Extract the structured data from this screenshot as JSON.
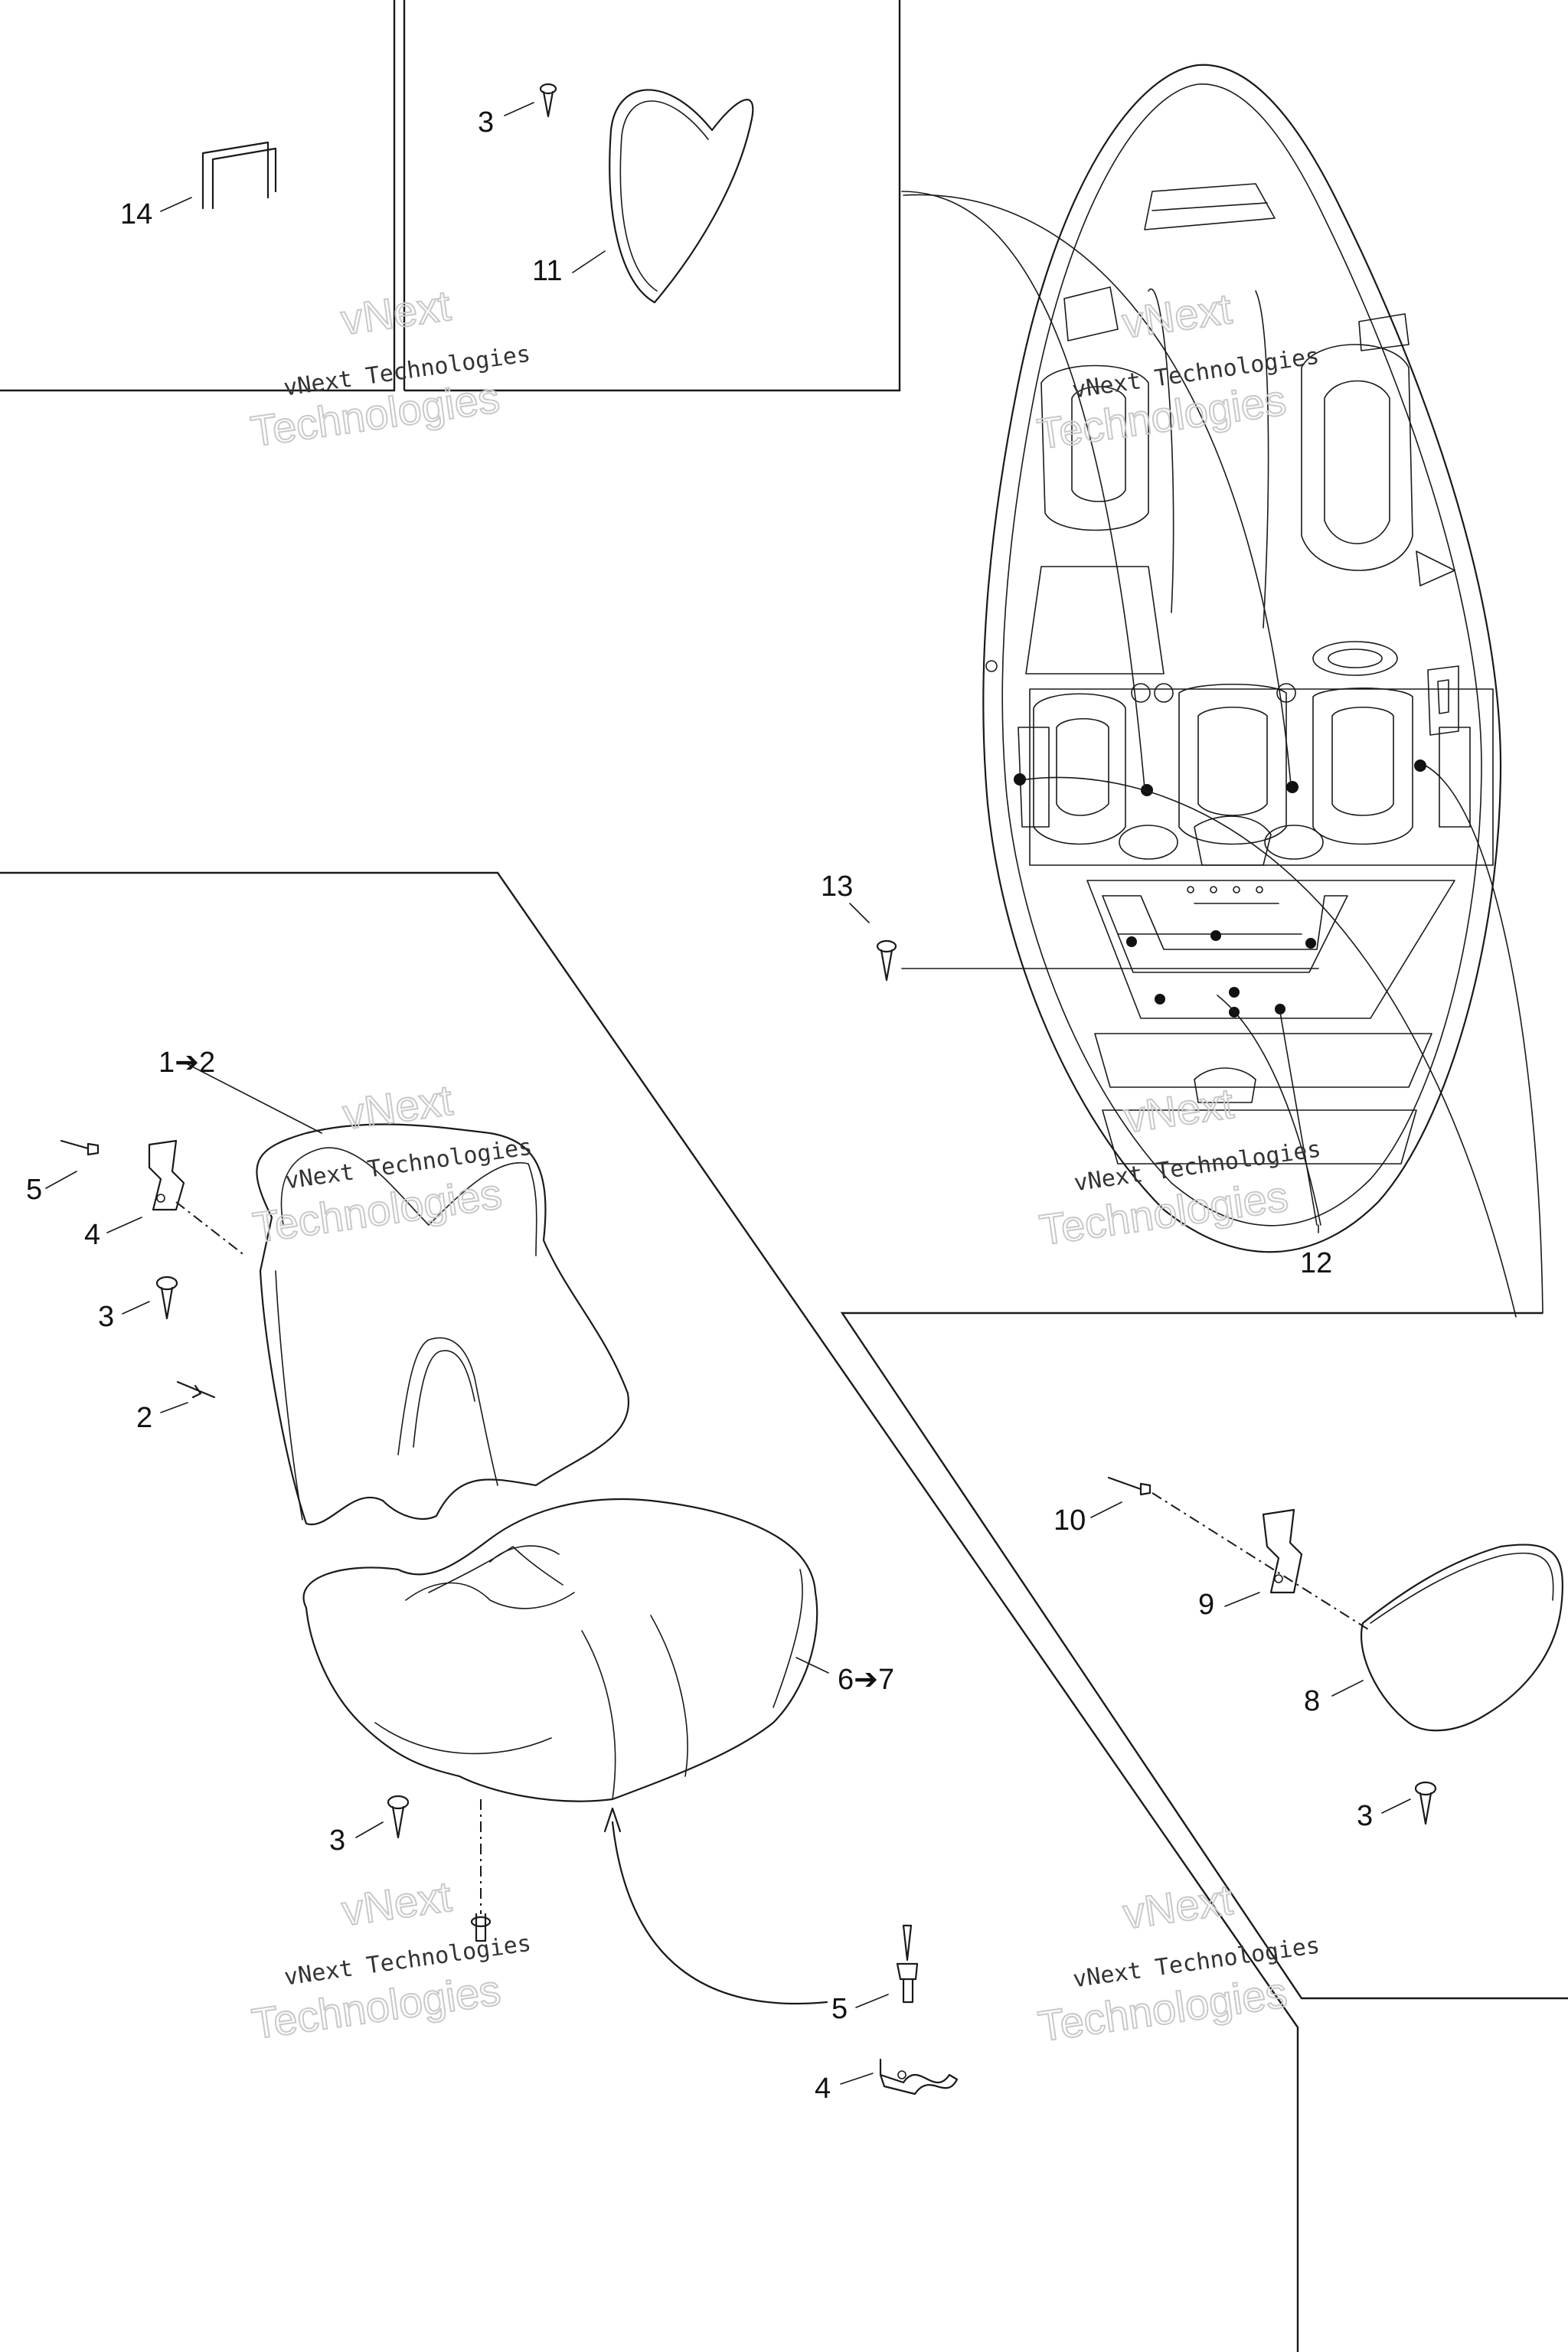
{
  "callouts": {
    "c14": "14",
    "c3_top": "3",
    "c11": "11",
    "c13": "13",
    "c12": "12",
    "c1_2": "1➔2",
    "c5_left": "5",
    "c4_left": "4",
    "c3_mid": "3",
    "c2": "2",
    "c6_7": "6➔7",
    "c3_bottom": "3",
    "c5_bottom": "5",
    "c4_bottom": "4",
    "c10": "10",
    "c9": "9",
    "c8": "8",
    "c3_right": "3"
  },
  "watermark": {
    "line1": "vNext Technologies",
    "line2": "vNext",
    "line3": "Technologies"
  }
}
